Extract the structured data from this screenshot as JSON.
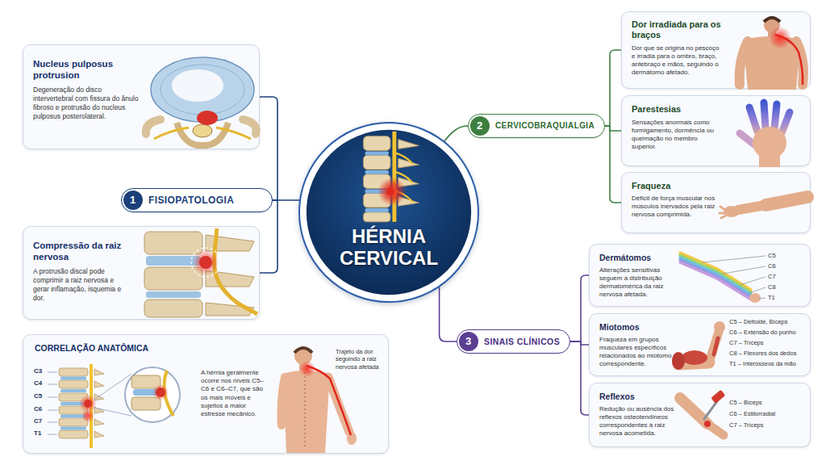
{
  "diagram": {
    "nodes": [
      {
        "text": [
          "HÉRNIA CERVICAL"
        ]
      },
      {
        "text": [
          "1",
          "FISIOPATOLOGIA"
        ]
      },
      {
        "text": [
          "Nucleus pulposus protrusion",
          "Degeneração do disco intervertebral com fissura do ânulo fibroso e protrusão do nucleus pulposus posterolateral."
        ]
      },
      {
        "text": [
          "Compressão da raiz nervosa",
          "A protrusão discal pode comprimir a raiz nervosa e gerar inflamação, isquemia e dor."
        ]
      },
      {
        "text": [
          "CORRELAÇÃO ANATÔMICA",
          "A hérnia geralmente ocorre nos níveis C5–C6 e C6–C7, que são os mais móveis e sujeitos a maior estresse mecânico.",
          "Trajeto da dor seguindo a raiz nervosa afetada"
        ]
      },
      {
        "text": [
          "2",
          "CERVICOBRAQUIALGIA"
        ]
      },
      {
        "text": [
          "Dor irradiada para os braços",
          "Dor que se origina no pescoço e irradia para o ombro, braço, antebraço e mãos, seguindo o dermátomo afetado."
        ]
      },
      {
        "text": [
          "Parestesias",
          "Sensações anormais como formigamento, dormência ou queimação no membro superior."
        ]
      },
      {
        "text": [
          "Fraqueza",
          "Déficit de força muscular nos músculos inervados pela raiz nervosa comprimida."
        ]
      },
      {
        "text": [
          "3",
          "SINAIS CLÍNICOS"
        ]
      },
      {
        "text": [
          "Dermátomos",
          "Alterações sensitivas seguem a distribuição dermatomérica da raiz nervosa afetada."
        ]
      },
      {
        "text": [
          "Miotomos",
          "Fraqueza em grupos musculares específicos relacionados ao miotomo correspondente."
        ]
      },
      {
        "text": [
          "Reflexos",
          "Redução ou ausência dos reflexos osteotendíneos correspondentes à raiz nervosa acometida."
        ]
      }
    ],
    "edges": [
      {
        "from": 0,
        "to": 1,
        "arrow": "none"
      },
      {
        "from": 1,
        "to": 2,
        "arrow": "none"
      },
      {
        "from": 1,
        "to": 3,
        "arrow": "none"
      },
      {
        "from": 0,
        "to": 5,
        "arrow": "none"
      },
      {
        "from": 5,
        "to": 6,
        "arrow": "none"
      },
      {
        "from": 5,
        "to": 7,
        "arrow": "none"
      },
      {
        "from": 5,
        "to": 8,
        "arrow": "none"
      },
      {
        "from": 0,
        "to": 9,
        "arrow": "none"
      },
      {
        "from": 9,
        "to": 10,
        "arrow": "none"
      },
      {
        "from": 9,
        "to": 11,
        "arrow": "none"
      },
      {
        "from": 9,
        "to": 12,
        "arrow": "none"
      }
    ],
    "labels": [
      "C3",
      "C4",
      "C5",
      "C6",
      "C7",
      "T1",
      "C5",
      "C6",
      "C7",
      "C8",
      "T1",
      "C5 – Deltoide, Bíceps",
      "C6 – Extensão do punho",
      "C7 – Tríceps",
      "C8 – Flexores dos dedos",
      "T1 – Interósseos da mão",
      "C5 – Bíceps",
      "C6 – Estilorradial",
      "C7 – Tríceps"
    ]
  }
}
